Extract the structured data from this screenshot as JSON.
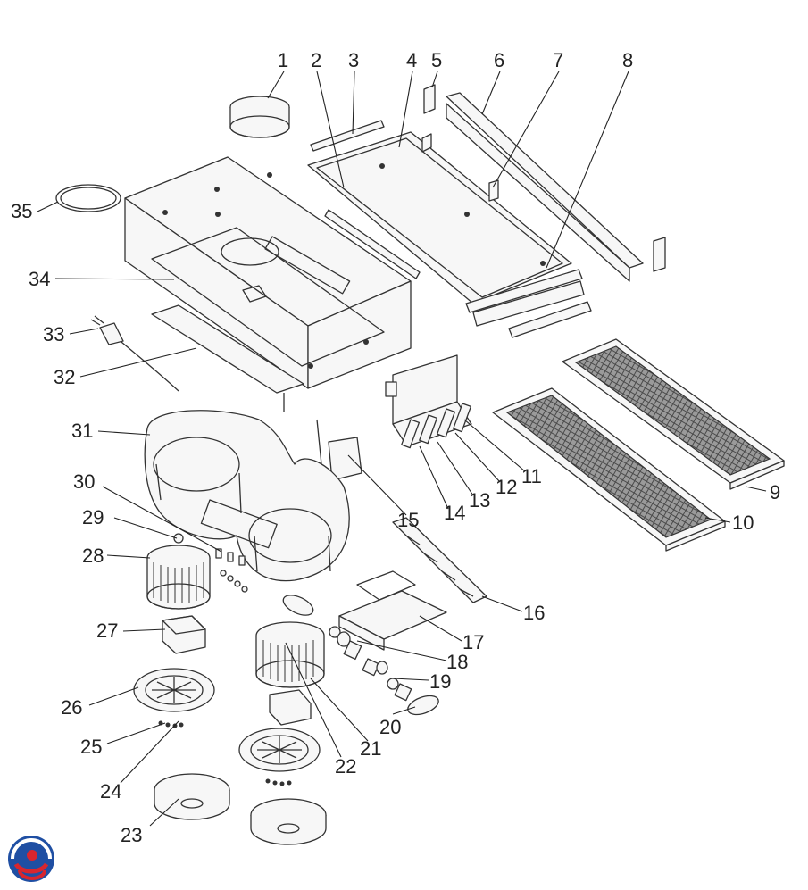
{
  "labels": [
    "1",
    "2",
    "3",
    "4",
    "5",
    "6",
    "7",
    "8",
    "9",
    "10",
    "11",
    "12",
    "13",
    "14",
    "15",
    "16",
    "17",
    "18",
    "19",
    "20",
    "21",
    "22",
    "23",
    "24",
    "25",
    "26",
    "27",
    "28",
    "29",
    "30",
    "31",
    "32",
    "33",
    "34",
    "35"
  ],
  "colors": {
    "line": "#333333",
    "logo_blue": "#1f4fa3",
    "logo_red": "#d8262e"
  }
}
